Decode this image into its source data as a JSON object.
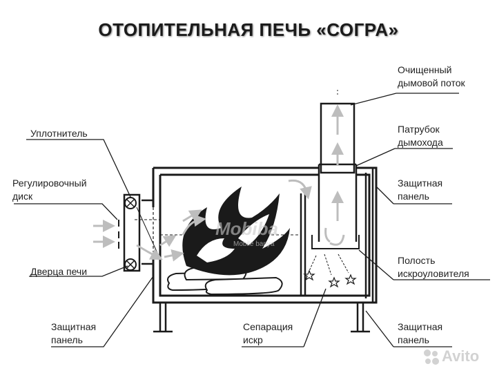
{
  "title": "ОТОПИТЕЛЬНАЯ ПЕЧЬ «СОГРА»",
  "labels": {
    "cleaned_flow": [
      "Очищенный",
      "дымовой поток"
    ],
    "chimney_pipe": [
      "Патрубок",
      "дымохода"
    ],
    "protective_panel_right_top": [
      "Защитная",
      "панель"
    ],
    "spark_cavity": [
      "Полость",
      "искроуловителя"
    ],
    "protective_panel_right_bottom": [
      "Защитная",
      "панель"
    ],
    "spark_separation": [
      "Сепарация",
      "искр"
    ],
    "seal": [
      "Уплотнитель"
    ],
    "regulating_disk": [
      "Регулировочный",
      "диск"
    ],
    "stove_door": [
      "Дверца печи"
    ],
    "protective_panel_left_bottom": [
      "Защитная",
      "панель"
    ]
  },
  "watermark": {
    "brand": "Mobiba",
    "sub": "Mobile banya",
    "avito": "Avito"
  },
  "colors": {
    "line": "#1a1a1a",
    "arrow_gray": "#bdbdbd",
    "flame": "#1a1a1a",
    "watermark": "#c9c9c9"
  }
}
